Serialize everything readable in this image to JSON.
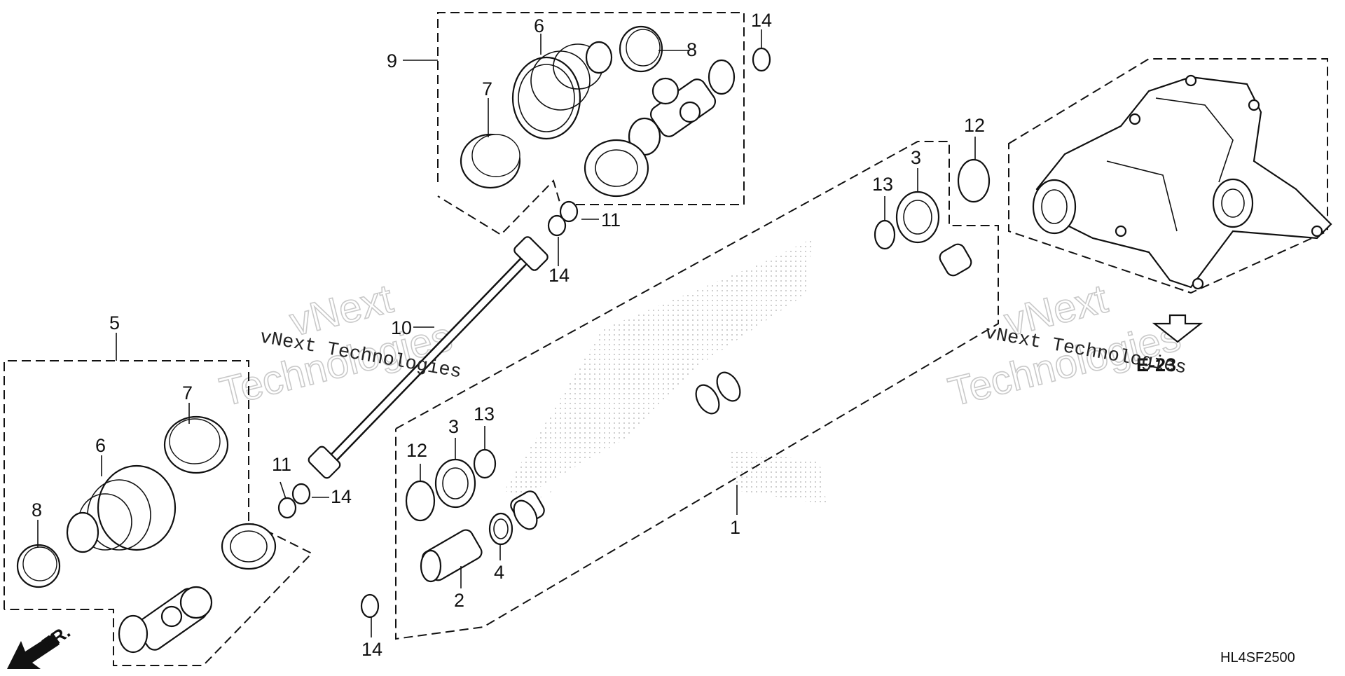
{
  "diagram": {
    "diagram_code": "HL4SF2500",
    "callouts": {
      "c1": "1",
      "c2": "2",
      "c3a": "3",
      "c3b": "3",
      "c4": "4",
      "c5": "5",
      "c6a": "6",
      "c6b": "6",
      "c7a": "7",
      "c7b": "7",
      "c8a": "8",
      "c8b": "8",
      "c9": "9",
      "c10": "10",
      "c11a": "11",
      "c11b": "11",
      "c12a": "12",
      "c12b": "12",
      "c13a": "13",
      "c13b": "13",
      "c14a": "14",
      "c14b": "14",
      "c14c": "14",
      "c14d": "14"
    },
    "front_marker": "FR.",
    "ref_marker": "E-23",
    "watermarks": {
      "brand_line": "vNext Technologies",
      "word_1": "vNext",
      "word_2": "Technologies"
    }
  }
}
